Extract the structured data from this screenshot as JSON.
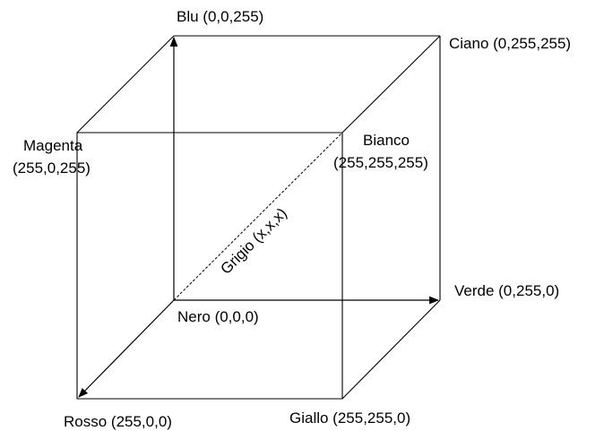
{
  "labels": {
    "blu": "Blu (0,0,255)",
    "ciano": "Ciano (0,255,255)",
    "magenta_name": "Magenta",
    "magenta_value": "(255,0,255)",
    "bianco_name": "Bianco",
    "bianco_value": "(255,255,255)",
    "grigio": "Grigio (x,x,x)",
    "verde": "Verde (0,255,0)",
    "nero": "Nero (0,0,0)",
    "rosso": "Rosso (255,0,0)",
    "giallo": "Giallo (255,255,0)"
  }
}
